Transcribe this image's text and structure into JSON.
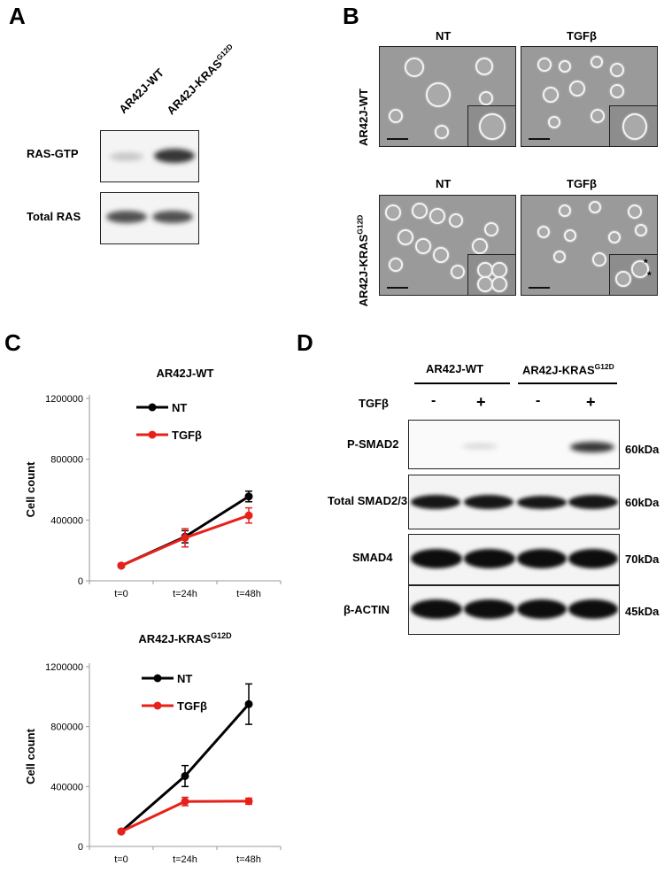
{
  "panels": {
    "a": "A",
    "b": "B",
    "c": "C",
    "d": "D"
  },
  "panel_a": {
    "lanes": [
      "AR42J-WT",
      "AR42J-KRAS",
      "G12D"
    ],
    "rows": [
      "RAS-GTP",
      "Total RAS"
    ]
  },
  "panel_b": {
    "col_nt": "NT",
    "col_tgf": "TGFβ",
    "row_wt": "AR42J-WT",
    "row_kras": "AR42J-KRAS",
    "row_kras_sup": "G12D",
    "asterisk": "*"
  },
  "panel_d": {
    "group_wt": "AR42J-WT",
    "group_kras": "AR42J-KRAS",
    "group_kras_sup": "G12D",
    "treatment_label": "TGFβ",
    "treatment_signs": [
      "-",
      "+",
      "-",
      "+"
    ],
    "rows": [
      {
        "label": "P-SMAD2",
        "size": "60kDa"
      },
      {
        "label": "Total SMAD2/3",
        "size": "60kDa"
      },
      {
        "label": "SMAD4",
        "size": "70kDa"
      },
      {
        "label": "β-ACTIN",
        "size": "45kDa"
      }
    ]
  },
  "chart_data": [
    {
      "type": "line",
      "title": "AR42J-WT",
      "ylabel": "Cell count",
      "xlabel": "",
      "categories": [
        "t=0",
        "t=24h",
        "t=48h"
      ],
      "ylim": [
        0,
        1200000
      ],
      "yticks": [
        "0",
        "400000",
        "800000",
        "1200000"
      ],
      "legend": "top-left",
      "series": [
        {
          "name": "NT",
          "color": "#000000",
          "values": [
            100000,
            290000,
            555000
          ],
          "errors": [
            0,
            40000,
            35000
          ]
        },
        {
          "name": "TGFβ",
          "color": "#e8201a",
          "values": [
            100000,
            283000,
            430000
          ],
          "errors": [
            0,
            60000,
            50000
          ]
        }
      ]
    },
    {
      "type": "line",
      "title": "AR42J-KRAS",
      "title_sup": "G12D",
      "ylabel": "Cell count",
      "xlabel": "",
      "categories": [
        "t=0",
        "t=24h",
        "t=48h"
      ],
      "ylim": [
        0,
        1200000
      ],
      "yticks": [
        "0",
        "400000",
        "800000",
        "1200000"
      ],
      "legend": "top-left",
      "series": [
        {
          "name": "NT",
          "color": "#000000",
          "values": [
            100000,
            470000,
            950000
          ],
          "errors": [
            0,
            70000,
            135000
          ]
        },
        {
          "name": "TGFβ",
          "color": "#e8201a",
          "values": [
            100000,
            300000,
            302000
          ],
          "errors": [
            0,
            28000,
            20000
          ]
        }
      ]
    }
  ]
}
